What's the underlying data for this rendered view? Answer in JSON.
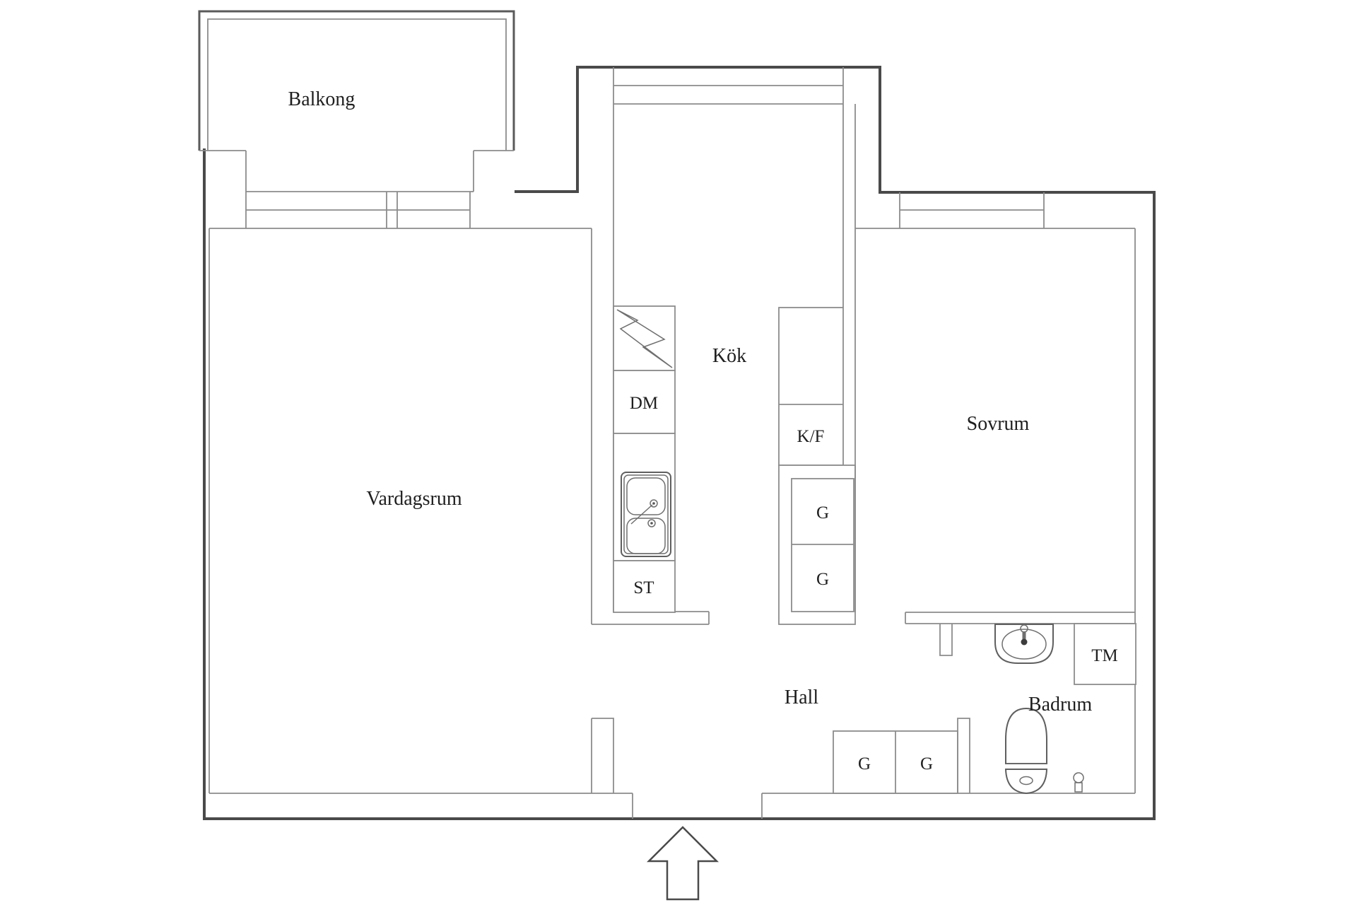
{
  "floorplan": {
    "rooms": {
      "balcony": "Balkong",
      "living_room": "Vardagsrum",
      "kitchen": "Kök",
      "bedroom": "Sovrum",
      "hall": "Hall",
      "bathroom": "Badrum"
    },
    "labels": {
      "dishwasher": "DM",
      "stove": "ST",
      "fridge_freezer": "K/F",
      "washing_machine": "TM",
      "wardrobe": "G"
    },
    "colors": {
      "background": "#ffffff",
      "outer_wall": "#4a4a4a",
      "inner_line": "#8c8c8c",
      "text": "#1f1f1f"
    }
  }
}
